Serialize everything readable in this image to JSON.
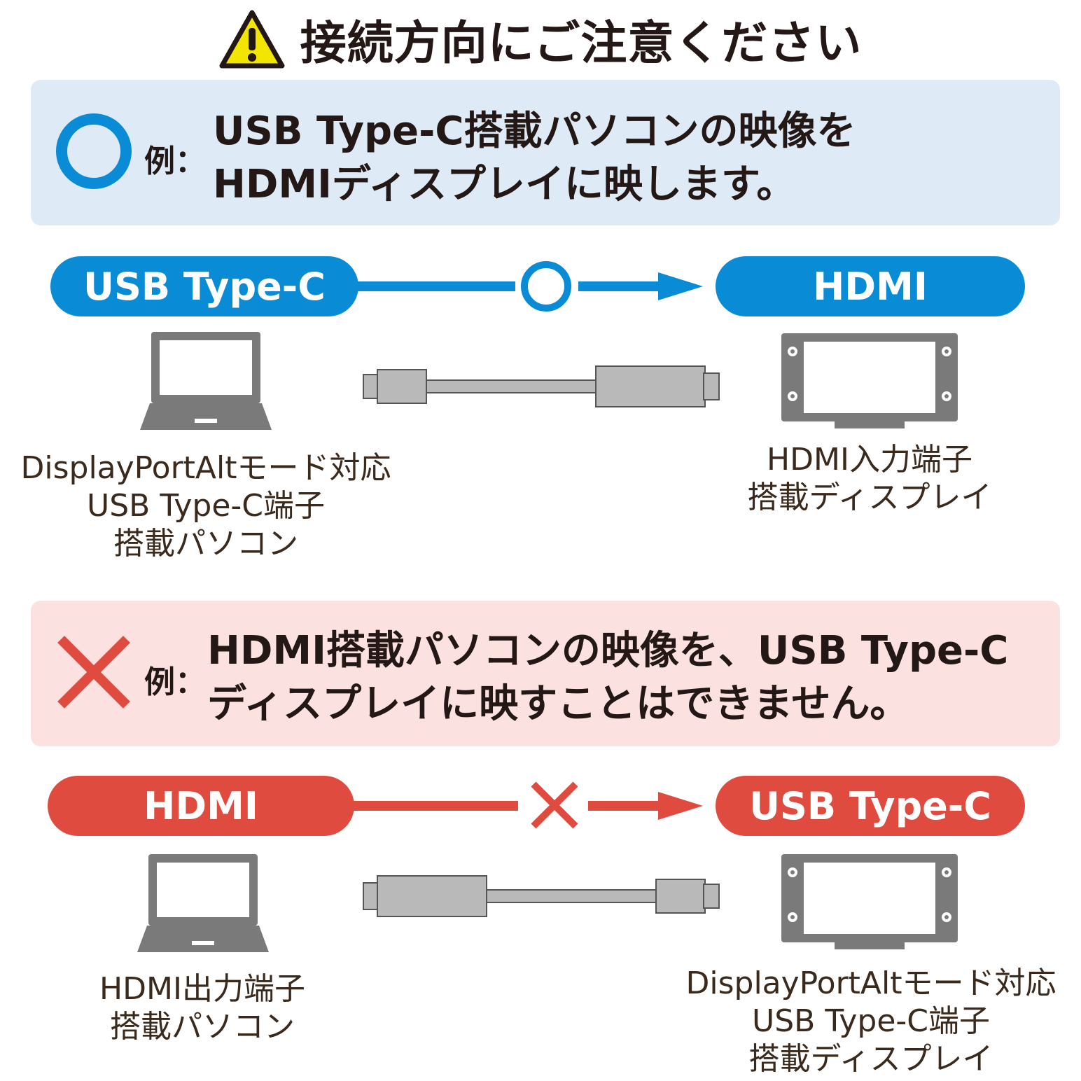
{
  "title": "接続方向にご注意ください",
  "colors": {
    "blue": "#0a8bd6",
    "red": "#e04b3f",
    "ok_bg": "#deebf7",
    "ng_bg": "#fbe1df",
    "device_gray": "#7a7a7a",
    "cable_gray": "#b9b9b9"
  },
  "icons": {
    "warning": "warning-triangle-icon",
    "ok": "circle-ok-icon",
    "ng": "cross-ng-icon",
    "laptop": "laptop-icon",
    "display": "display-icon",
    "cable": "adapter-cable-icon"
  },
  "ok_section": {
    "label": "例：",
    "line1": "USB Type-C搭載パソコンの映像を",
    "line2": "HDMIディスプレイに映します。",
    "source_pill": "USB Type-C",
    "target_pill": "HDMI",
    "source_desc": [
      "DisplayPortAltモード対応",
      "USB Type-C端子",
      "搭載パソコン"
    ],
    "target_desc": [
      "HDMI入力端子",
      "搭載ディスプレイ"
    ]
  },
  "ng_section": {
    "label": "例：",
    "line1": "HDMI搭載パソコンの映像を、USB Type-C",
    "line2": "ディスプレイに映すことはできません。",
    "source_pill": "HDMI",
    "target_pill": "USB Type-C",
    "source_desc": [
      "HDMI出力端子",
      "搭載パソコン"
    ],
    "target_desc": [
      "DisplayPortAltモード対応",
      "USB Type-C端子",
      "搭載ディスプレイ"
    ]
  }
}
